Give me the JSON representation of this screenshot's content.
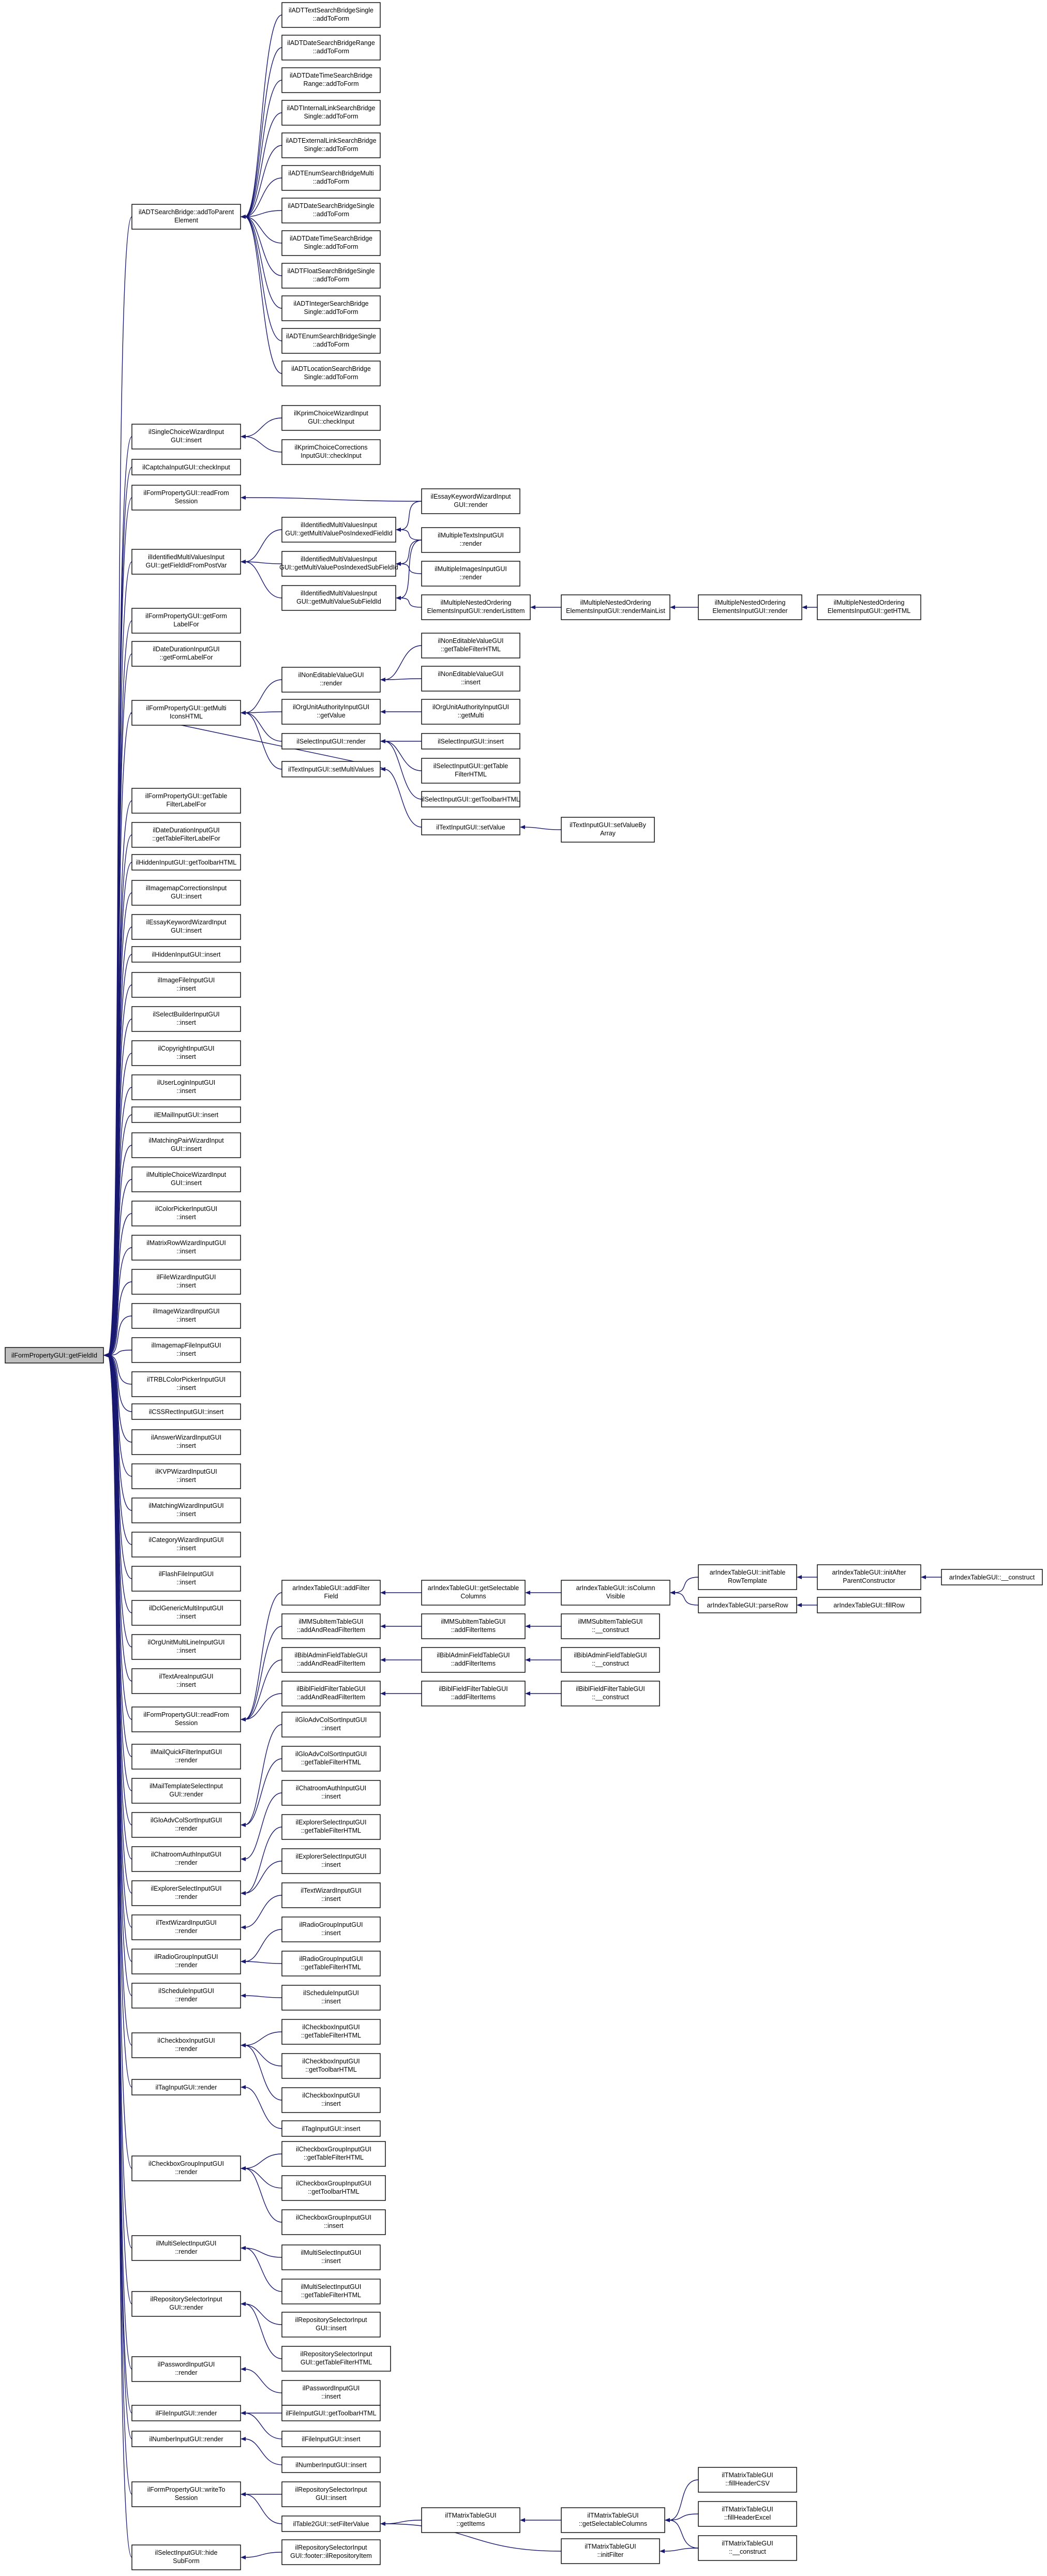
{
  "nodes": {
    "root": "ilFormPropertyGUI::getFieldId",
    "ADTSearchBridge": [
      "ilADTSearchBridge::addToParent",
      "Element"
    ],
    "ADTTextSB": [
      "ilADTTextSearchBridgeSingle",
      "::addToForm"
    ],
    "ADTDateSBR": [
      "ilADTDateSearchBridgeRange",
      "::addToForm"
    ],
    "ADTDateTimeSBR": [
      "ilADTDateTimeSearchBridge",
      "Range::addToForm"
    ],
    "ADTIntLinkSB": [
      "ilADTInternalLinkSearchBridge",
      "Single::addToForm"
    ],
    "ADTExtLinkSB": [
      "ilADTExternalLinkSearchBridge",
      "Single::addToForm"
    ],
    "ADTEnumSBM": [
      "ilADTEnumSearchBridgeMulti",
      "::addToForm"
    ],
    "ADTDateSBS": [
      "ilADTDateSearchBridgeSingle",
      "::addToForm"
    ],
    "ADTDateTimeSBS": [
      "ilADTDateTimeSearchBridge",
      "Single::addToForm"
    ],
    "ADTFloatSBS": [
      "ilADTFloatSearchBridgeSingle",
      "::addToForm"
    ],
    "ADTIntegerSBS": [
      "ilADTIntegerSearchBridge",
      "Single::addToForm"
    ],
    "ADTEnumSBS": [
      "ilADTEnumSearchBridgeSingle",
      "::addToForm"
    ],
    "ADTLocationSBS": [
      "ilADTLocationSearchBridge",
      "Single::addToForm"
    ],
    "SingleChoice": [
      "ilSingleChoiceWizardInput",
      "GUI::insert"
    ],
    "KprimChoiceWiz": [
      "ilKprimChoiceWizardInput",
      "GUI::checkInput"
    ],
    "KprimChoiceCorr": [
      "ilKprimChoiceCorrections",
      "InputGUI::checkInput"
    ],
    "Captcha": "ilCaptchaInputGUI::checkInput",
    "FormPropValues": [
      "ilFormPropertyGUI::readFrom",
      "Session"
    ],
    "IdentifiedMulti": [
      "ilIdentifiedMultiValuesInput",
      "GUI::getFieldIdFromPostVar"
    ],
    "IdentMultiPos": [
      "ilIdentifiedMultiValuesInput",
      "GUI::getMultiValuePosIndexedFieldId"
    ],
    "IdentMultiPosSub": [
      "ilIdentifiedMultiValuesInput",
      "GUI::getMultiValuePosIndexedSubFieldId"
    ],
    "IdentMultiSub": [
      "ilIdentifiedMultiValuesInput",
      "GUI::getMultiValueSubFieldId"
    ],
    "EssayKeywords": [
      "ilEssayKeywordWizardInput",
      "GUI::render"
    ],
    "MultipleTexts": [
      "ilMultipleTextsInputGUI",
      "::render"
    ],
    "MultipleImages": [
      "ilMultipleImagesInputGUI",
      "::render"
    ],
    "MultiNestedList": [
      "ilMultipleNestedOrdering",
      "ElementsInputGUI::renderListItem"
    ],
    "MultiNestedMain": [
      "ilMultipleNestedOrdering",
      "ElementsInputGUI::renderMainList"
    ],
    "MultiNestedRender": [
      "ilMultipleNestedOrdering",
      "ElementsInputGUI::render"
    ],
    "MultiNestedHTML": [
      "ilMultipleNestedOrdering",
      "ElementsInputGUI::getHTML"
    ],
    "FormPropLabelFor": [
      "ilFormPropertyGUI::getForm",
      "LabelFor"
    ],
    "DateDuration": [
      "ilDateDurationInputGUI",
      "::getFormLabelFor"
    ],
    "FormPropMultiIcons": [
      "ilFormPropertyGUI::getMulti",
      "IconsHTML"
    ],
    "NonEditable": [
      "ilNonEditableValueGUI",
      "::render"
    ],
    "NonEditTable": [
      "ilNonEditableValueGUI",
      "::getTableFilterHTML"
    ],
    "NonEditInsert": [
      "ilNonEditableValueGUI",
      "::insert"
    ],
    "OrgUnitGet": [
      "ilOrgUnitAuthorityInputGUI",
      "::getValue"
    ],
    "OrgUnitMulti": [
      "ilOrgUnitAuthorityInputGUI",
      "::getMulti"
    ],
    "SelectRender": "ilSelectInputGUI::render",
    "SelectInsert": "ilSelectInputGUI::insert",
    "SelectTable": [
      "ilSelectInputGUI::getTable",
      "FilterHTML"
    ],
    "SelectToolbar": "ilSelectInputGUI::getToolbarHTML",
    "TextSetMulti": "ilTextInputGUI::setMultiValues",
    "TextSetValue": "ilTextInputGUI::setValue",
    "TextSetValueArr": [
      "ilTextInputGUI::setValueBy",
      "Array"
    ],
    "FormPropTable": [
      "ilFormPropertyGUI::getTable",
      "FilterLabelFor"
    ],
    "DateDurTable": [
      "ilDateDurationInputGUI",
      "::getTableFilterLabelFor"
    ],
    "HiddenToolbar": "ilHiddenInputGUI::getToolbarHTML",
    "ImagemapCorr": [
      "ilImagemapCorrectionsInput",
      "GUI::insert"
    ],
    "EssayKeywordIns": [
      "ilEssayKeywordWizardInput",
      "GUI::insert"
    ],
    "HiddenInsert": "ilHiddenInputGUI::insert",
    "ImageFile": [
      "ilImageFileInputGUI",
      "::insert"
    ],
    "SelectBuilder": [
      "ilSelectBuilderInputGUI",
      "::insert"
    ],
    "Copyright": [
      "ilCopyrightInputGUI",
      "::insert"
    ],
    "UserLogin": [
      "ilUserLoginInputGUI",
      "::insert"
    ],
    "EMail": "ilEMailInputGUI::insert",
    "MatchingPair": [
      "ilMatchingPairWizardInput",
      "GUI::insert"
    ],
    "MultipleChoice": [
      "ilMultipleChoiceWizardInput",
      "GUI::insert"
    ],
    "ColorPicker": [
      "ilColorPickerInputGUI",
      "::insert"
    ],
    "MatrixRow": [
      "ilMatrixRowWizardInputGUI",
      "::insert"
    ],
    "FileWizard": [
      "ilFileWizardInputGUI",
      "::insert"
    ],
    "ImageWizard": [
      "ilImageWizardInputGUI",
      "::insert"
    ],
    "ImagemapFile": [
      "ilImagemapFileInputGUI",
      "::insert"
    ],
    "TRBL": [
      "ilTRBLColorPickerInputGUI",
      "::insert"
    ],
    "CSSRect": "ilCSSRectInputGUI::insert",
    "AnswerWizard": [
      "ilAnswerWizardInputGUI",
      "::insert"
    ],
    "KVPWizard": [
      "ilKVPWizardInputGUI",
      "::insert"
    ],
    "MatchingWizard": [
      "ilMatchingWizardInputGUI",
      "::insert"
    ],
    "CategoryWizard": [
      "ilCategoryWizardInputGUI",
      "::insert"
    ],
    "FlashFile": [
      "ilFlashFileInputGUI",
      "::insert"
    ],
    "DclGenericMulti": [
      "ilDclGenericMultiInputGUI",
      "::insert"
    ],
    "OrgUnitMultiLine": [
      "ilOrgUnitMultiLineInputGUI",
      "::insert"
    ],
    "TextAreaInsert": [
      "ilTextAreaInputGUI",
      "::insert"
    ],
    "FormPropReadFrom": [
      "ilFormPropertyGUI::readFrom",
      "Session"
    ],
    "IndexTableFilter": [
      "arIndexTableGUI::addFilter",
      "Field"
    ],
    "IndexSelectable": [
      "arIndexTableGUI::getSelectable",
      "Columns"
    ],
    "IndexColVisible": [
      "arIndexTableGUI::isColumn",
      "Visible"
    ],
    "IndexInitRow": [
      "arIndexTableGUI::initTable",
      "RowTemplate"
    ],
    "IndexInitAfter": [
      "arIndexTableGUI::initAfter",
      "ParentConstructor"
    ],
    "IndexConstruct": "arIndexTableGUI::__construct",
    "IndexParseRow": "arIndexTableGUI::parseRow",
    "IndexFillRow": "arIndexTableGUI::fillRow",
    "MMSubtables": [
      "ilMMSubItemTableGUI",
      "::addAndReadFilterItem"
    ],
    "MMSubItemFilter": [
      "ilMMSubItemTableGUI",
      "::addFilterItems"
    ],
    "MMConstruct": [
      "ilMMSubItemTableGUI",
      "::__construct"
    ],
    "BiblAdmin": [
      "ilBiblAdminFieldTableGUI",
      "::addAndReadFilterItem"
    ],
    "BiblAdminFilter": [
      "ilBiblAdminFieldTableGUI",
      "::addFilterItems"
    ],
    "BiblAdminConstr": [
      "ilBiblAdminFieldTableGUI",
      "::__construct"
    ],
    "BiblField": [
      "ilBiblFieldFilterTableGUI",
      "::addAndReadFilterItem"
    ],
    "BiblFieldFilter": [
      "ilBiblFieldFilterTableGUI",
      "::addFilterItems"
    ],
    "BiblFieldConstr": [
      "ilBiblFieldFilterTableGUI",
      "::__construct"
    ],
    "MailQuick": [
      "ilMailQuickFilterInputGUI",
      "::render"
    ],
    "MailTemplate": [
      "ilMailTemplateSelectInput",
      "GUI::render"
    ],
    "GloAdvColSort": [
      "ilGloAdvColSortInputGUI",
      "::render"
    ],
    "GloAdvInsert": [
      "ilGloAdvColSortInputGUI",
      "::insert"
    ],
    "GloAdvTable": [
      "ilGloAdvColSortInputGUI",
      "::getTableFilterHTML"
    ],
    "ChatroomAuth": [
      "ilChatroomAuthInputGUI",
      "::render"
    ],
    "ChatroomAuthIns": [
      "ilChatroomAuthInputGUI",
      "::insert"
    ],
    "ExplorerSelect": [
      "ilExplorerSelectInputGUI",
      "::render"
    ],
    "ExplorerTable": [
      "ilExplorerSelectInputGUI",
      "::getTableFilterHTML"
    ],
    "ExplorerInsert": [
      "ilExplorerSelectInputGUI",
      "::insert"
    ],
    "TextWizard": [
      "ilTextWizardInputGUI",
      "::render"
    ],
    "TextWizardIns": [
      "ilTextWizardInputGUI",
      "::insert"
    ],
    "RadioGroup": [
      "ilRadioGroupInputGUI",
      "::render"
    ],
    "RadioGroupIns": [
      "ilRadioGroupInputGUI",
      "::insert"
    ],
    "RadioGroupTable": [
      "ilRadioGroupInputGUI",
      "::getTableFilterHTML"
    ],
    "Schedule": [
      "ilScheduleInputGUI",
      "::render"
    ],
    "ScheduleIns": [
      "ilScheduleInputGUI",
      "::insert"
    ],
    "Checkbox": [
      "ilCheckboxInputGUI",
      "::render"
    ],
    "CheckboxTable": [
      "ilCheckboxInputGUI",
      "::getTableFilterHTML"
    ],
    "CheckboxToolbar": [
      "ilCheckboxInputGUI",
      "::getToolbarHTML"
    ],
    "CheckboxIns": [
      "ilCheckboxInputGUI",
      "::insert"
    ],
    "TagRender": "ilTagInputGUI::render",
    "TagInsert": "ilTagInputGUI::insert",
    "CheckboxGroup": [
      "ilCheckboxGroupInputGUI",
      "::render"
    ],
    "CheckboxGroupTable": [
      "ilCheckboxGroupInputGUI",
      "::getTableFilterHTML"
    ],
    "CheckboxGroupToolbar": [
      "ilCheckboxGroupInputGUI",
      "::getToolbarHTML"
    ],
    "CheckboxGroupIns": [
      "ilCheckboxGroupInputGUI",
      "::insert"
    ],
    "MultiSelect": [
      "ilMultiSelectInputGUI",
      "::render"
    ],
    "MultiSelectIns": [
      "ilMultiSelectInputGUI",
      "::insert"
    ],
    "MultiSelectTable": [
      "ilMultiSelectInputGUI",
      "::getTableFilterHTML"
    ],
    "RepoSelector": [
      "ilRepositorySelectorInput",
      "GUI::render"
    ],
    "RepoSelectorIns": [
      "ilRepositorySelectorInput",
      "GUI::insert"
    ],
    "RepoSelectorTable": [
      "ilRepositorySelectorInput",
      "GUI::getTableFilterHTML"
    ],
    "Password": [
      "ilPasswordInputGUI",
      "::render"
    ],
    "PasswordIns": [
      "ilPasswordInputGUI",
      "::insert"
    ],
    "FileRender": "ilFileInputGUI::render",
    "FileToolbar": "ilFileInputGUI::getToolbarHTML",
    "FileInsert": "ilFileInputGUI::insert",
    "NumberRender": "ilNumberInputGUI::render",
    "NumberInsert": "ilNumberInputGUI::insert",
    "FormPropWriteTo": [
      "ilFormPropertyGUI::writeTo",
      "Session"
    ],
    "RepoSelectorInsert2": [
      "ilRepositorySelectorInput",
      "GUI::insert"
    ],
    "Table2SetFilter": "ilTable2GUI::setFilterValue",
    "TMatrixGetItems": [
      "ilTMatrixTableGUI",
      "::getItems"
    ],
    "TMatrixGetSel": [
      "ilTMatrixTableGUI",
      "::getSelectableColumns"
    ],
    "TMatrixCSV": [
      "ilTMatrixTableGUI",
      "::fillHeaderCSV"
    ],
    "TMatrixExcel": [
      "ilTMatrixTableGUI",
      "::fillHeaderExcel"
    ],
    "TMatrixConstruct": [
      "ilTMatrixTableGUI",
      "::__construct"
    ],
    "TMatrixInitFilter": [
      "ilTMatrixTableGUI",
      "::initFilter"
    ],
    "SelectHideSub": [
      "ilSelectInputGUI::hide",
      "SubForm"
    ],
    "RepoFooter": [
      "ilRepositorySelectorInput",
      "GUI::footer::ilRepositoryItem"
    ]
  }
}
